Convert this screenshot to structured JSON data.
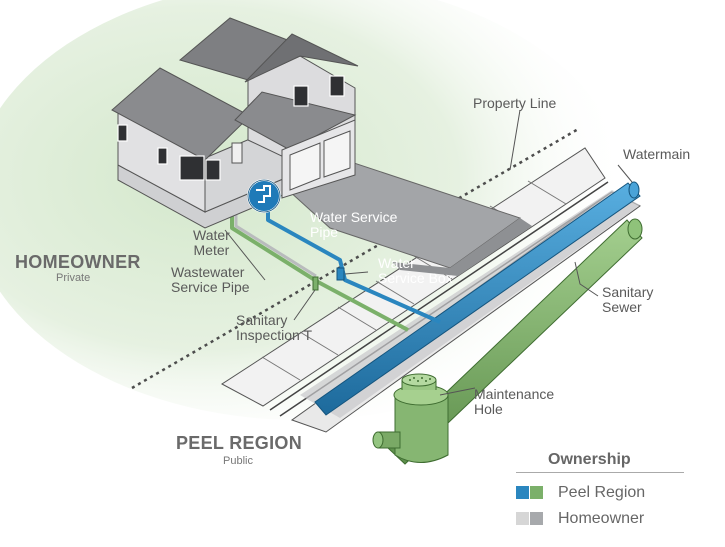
{
  "labels": {
    "property_line": "Property Line",
    "watermain": "Watermain",
    "water_meter": "Water\nMeter",
    "water_service_pipe": "Water Service\nPipe",
    "wastewater_service_pipe": "Wastewater\nService Pipe",
    "water_service_box": "Water\nService Box",
    "sanitary_sewer": "Sanitary\nSewer",
    "sanitary_inspection_t": "Sanitary\nInspection T",
    "maintenance_hole": "Maintenance\nHole"
  },
  "zones": {
    "homeowner": {
      "title": "HOMEOWNER",
      "subtitle": "Private"
    },
    "peel_region": {
      "title": "PEEL REGION",
      "subtitle": "Public"
    }
  },
  "legend": {
    "title": "Ownership",
    "items": [
      {
        "label": "Peel Region",
        "colors": [
          "#2a86bf",
          "#7bb06a"
        ]
      },
      {
        "label": "Homeowner",
        "colors": [
          "#d6d6d6",
          "#a7a9ac"
        ]
      }
    ]
  },
  "colors": {
    "water_blue": "#2a86bf",
    "sewer_green": "#7bb06a",
    "property_green": "#e2efdc",
    "roof_grey": "#7e7f82",
    "siding": "#dcdcde"
  }
}
